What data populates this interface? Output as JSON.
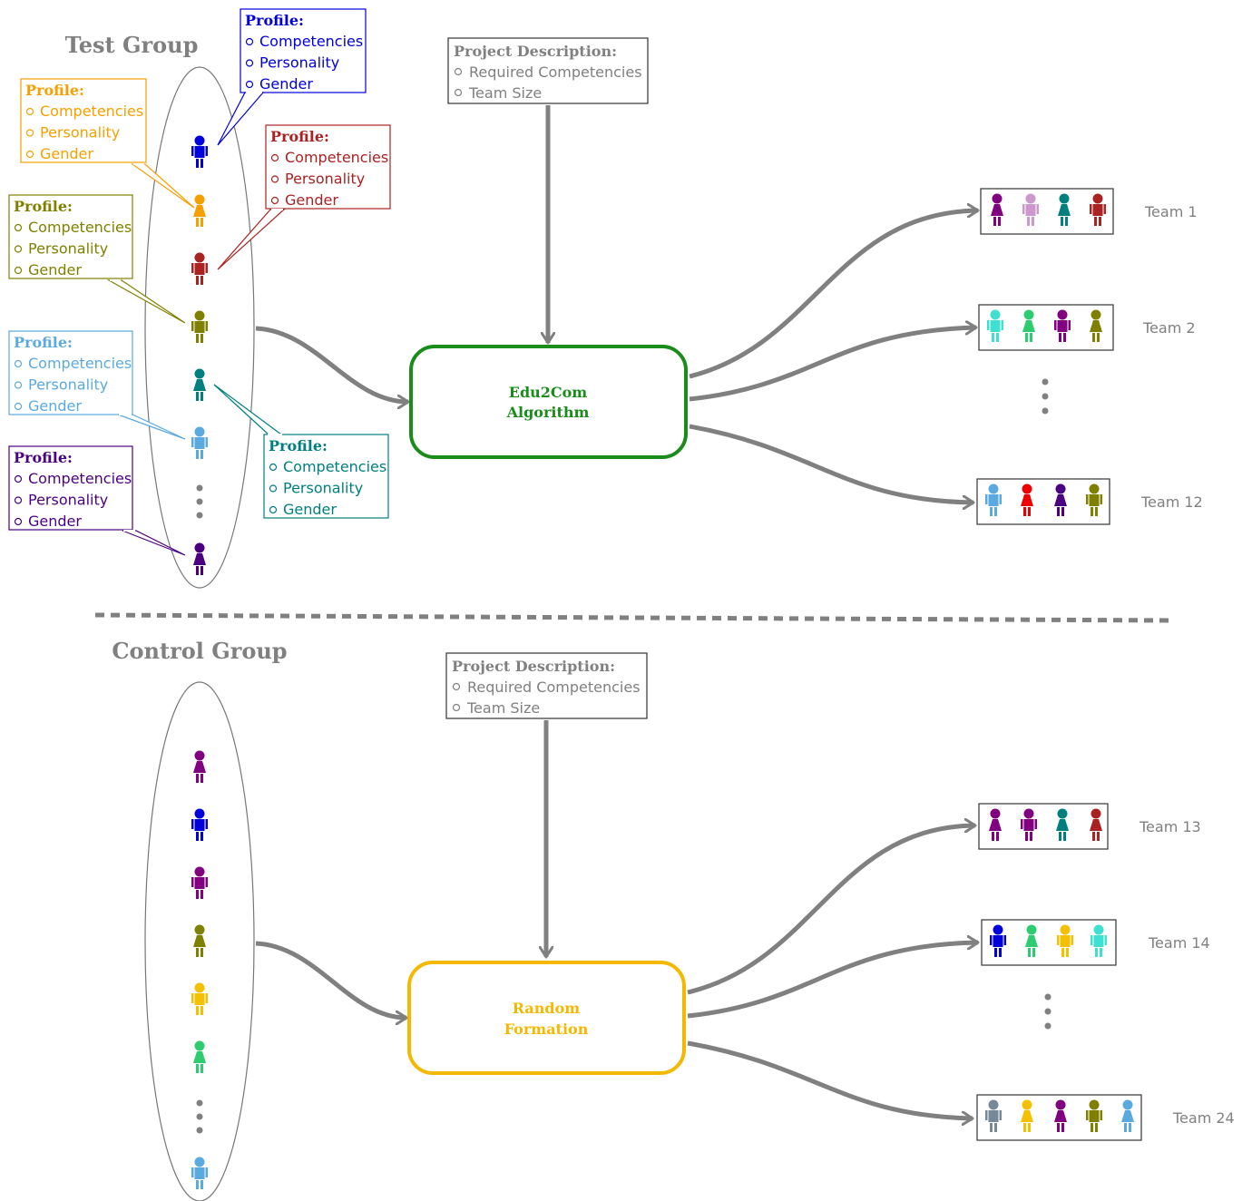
{
  "test_group": {
    "title": "Test Group",
    "members": [
      {
        "color": "#0000dd",
        "gender": "male"
      },
      {
        "color": "#f5a000",
        "gender": "female"
      },
      {
        "color": "#aa2222",
        "gender": "male"
      },
      {
        "color": "#808000",
        "gender": "male"
      },
      {
        "color": "#007f7f",
        "gender": "female"
      },
      {
        "color": "#5aaae0",
        "gender": "male"
      },
      {
        "color": "#4b0082",
        "gender": "female"
      }
    ],
    "profiles": [
      {
        "title": "Profile:",
        "items": [
          "Competencies",
          "Personality",
          "Gender"
        ],
        "color": "#0000dd"
      },
      {
        "title": "Profile:",
        "items": [
          "Competencies",
          "Personality",
          "Gender"
        ],
        "color": "#f5a000"
      },
      {
        "title": "Profile:",
        "items": [
          "Competencies",
          "Personality",
          "Gender"
        ],
        "color": "#aa2222"
      },
      {
        "title": "Profile:",
        "items": [
          "Competencies",
          "Personality",
          "Gender"
        ],
        "color": "#808000"
      },
      {
        "title": "Profile:",
        "items": [
          "Competencies",
          "Personality",
          "Gender"
        ],
        "color": "#5aaae0"
      },
      {
        "title": "Profile:",
        "items": [
          "Competencies",
          "Personality",
          "Gender"
        ],
        "color": "#007f7f"
      },
      {
        "title": "Profile:",
        "items": [
          "Competencies",
          "Personality",
          "Gender"
        ],
        "color": "#4b0082"
      }
    ],
    "project": {
      "title": "Project Description:",
      "items": [
        "Required Competencies",
        "Team Size"
      ]
    },
    "process": {
      "line1": "Edu2Com",
      "line2": "Algorithm",
      "color": "#1a8c1a"
    },
    "teams": [
      {
        "label": "Team 1",
        "members": [
          {
            "color": "#800080",
            "gender": "female"
          },
          {
            "color": "#cc99cc",
            "gender": "male"
          },
          {
            "color": "#007f7f",
            "gender": "female"
          },
          {
            "color": "#aa2222",
            "gender": "male"
          }
        ]
      },
      {
        "label": "Team 2",
        "members": [
          {
            "color": "#40e0d0",
            "gender": "male"
          },
          {
            "color": "#2ecc71",
            "gender": "female"
          },
          {
            "color": "#800080",
            "gender": "male"
          },
          {
            "color": "#808000",
            "gender": "female"
          }
        ]
      },
      {
        "label": "Team 12",
        "members": [
          {
            "color": "#5aaae0",
            "gender": "male"
          },
          {
            "color": "#ee0000",
            "gender": "female"
          },
          {
            "color": "#4b0082",
            "gender": "female"
          },
          {
            "color": "#808000",
            "gender": "male"
          }
        ]
      }
    ]
  },
  "control_group": {
    "title": "Control Group",
    "members": [
      {
        "color": "#800080",
        "gender": "female"
      },
      {
        "color": "#0000dd",
        "gender": "male"
      },
      {
        "color": "#800080",
        "gender": "male"
      },
      {
        "color": "#808000",
        "gender": "female"
      },
      {
        "color": "#f5c000",
        "gender": "male"
      },
      {
        "color": "#2ecc71",
        "gender": "female"
      },
      {
        "color": "#5aaae0",
        "gender": "male"
      }
    ],
    "project": {
      "title": "Project Description:",
      "items": [
        "Required Competencies",
        "Team Size"
      ]
    },
    "process": {
      "line1": "Random",
      "line2": "Formation",
      "color": "#f5b800"
    },
    "teams": [
      {
        "label": "Team 13",
        "members": [
          {
            "color": "#800080",
            "gender": "female"
          },
          {
            "color": "#800080",
            "gender": "male"
          },
          {
            "color": "#007f7f",
            "gender": "female"
          },
          {
            "color": "#aa2222",
            "gender": "female"
          }
        ]
      },
      {
        "label": "Team 14",
        "members": [
          {
            "color": "#0000dd",
            "gender": "male"
          },
          {
            "color": "#2ecc71",
            "gender": "female"
          },
          {
            "color": "#f5c000",
            "gender": "male"
          },
          {
            "color": "#40e0d0",
            "gender": "male"
          }
        ]
      },
      {
        "label": "Team 24",
        "members": [
          {
            "color": "#778899",
            "gender": "male"
          },
          {
            "color": "#f5c000",
            "gender": "female"
          },
          {
            "color": "#800080",
            "gender": "female"
          },
          {
            "color": "#808000",
            "gender": "male"
          },
          {
            "color": "#5aaae0",
            "gender": "female"
          }
        ]
      }
    ]
  },
  "colors": {
    "arrow": "#808080",
    "project_text": "#808080",
    "separator": "#808080"
  }
}
